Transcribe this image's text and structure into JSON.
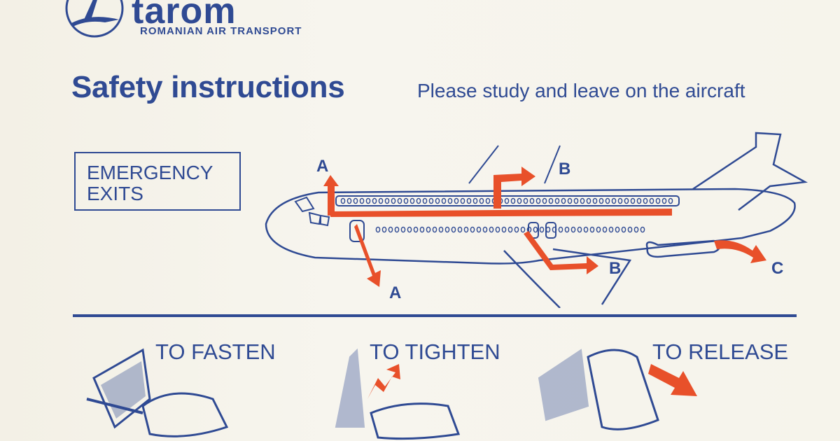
{
  "brand": {
    "name": "tarom",
    "subtitle": "ROMANIAN AIR TRANSPORT"
  },
  "header": {
    "title": "Safety instructions",
    "subtitle": "Please study and leave on the aircraft"
  },
  "emergency": {
    "label_line1": "EMERGENCY",
    "label_line2": "EXITS",
    "exits": {
      "a_top": "A",
      "a_bottom": "A",
      "b_top": "B",
      "b_bottom": "B",
      "c": "C"
    }
  },
  "seatbelt": {
    "fasten": "TO FASTEN",
    "tighten": "TO TIGHTEN",
    "release": "TO RELEASE"
  },
  "colors": {
    "ink": "#2f4a93",
    "arrow": "#e8502a",
    "paper": "#f7f5ee"
  }
}
